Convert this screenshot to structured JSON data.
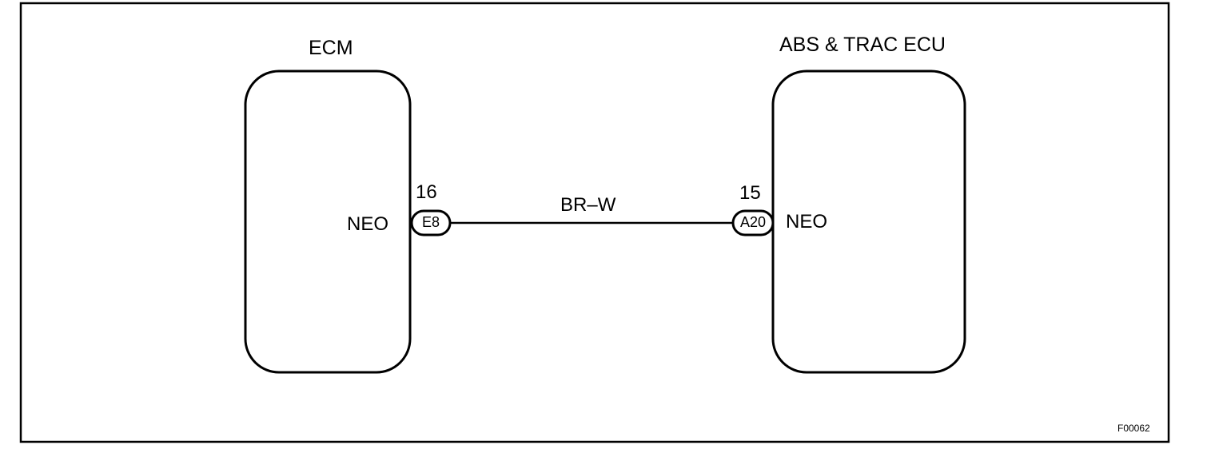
{
  "components": {
    "left": {
      "title": "ECM",
      "signal": "NEO",
      "pin": "16",
      "connector": "E8"
    },
    "right": {
      "title": "ABS & TRAC ECU",
      "signal": "NEO",
      "pin": "15",
      "connector": "A20"
    }
  },
  "wire": {
    "color_code": "BR–W"
  },
  "figure_id": "F00062"
}
